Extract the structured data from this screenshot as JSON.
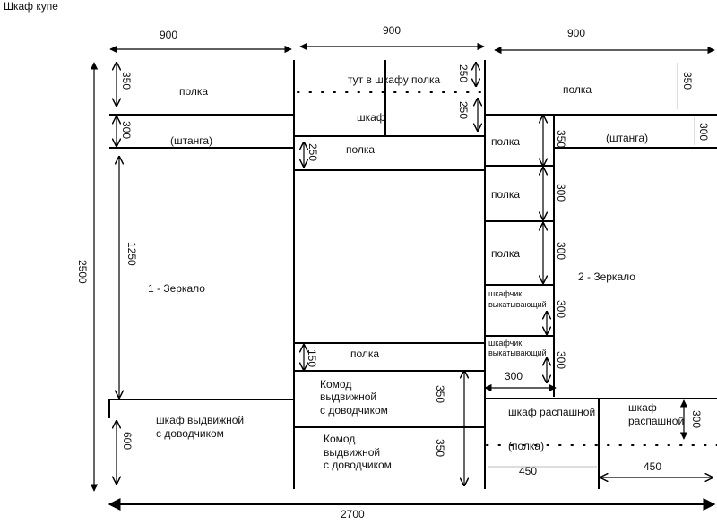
{
  "title": "Шкаф купе",
  "widths": {
    "left": "900",
    "middle": "900",
    "right": "900",
    "total": "2700",
    "height": "2500"
  },
  "left_section": {
    "shelf": "полка",
    "shelf_h": "350",
    "rod": "(штанга)",
    "rod_h": "300",
    "mirror": "1 - Зеркало",
    "mirror_h": "1250",
    "bottom": [
      "шкаф выдвижной",
      "с доводчиком"
    ],
    "bottom_h": "600"
  },
  "middle_section": {
    "top_note": "тут в шкафу полка",
    "top_h1": "250",
    "top_h2": "250",
    "cabinet": "шкаф",
    "shelf1": "полка",
    "shelf1_h": "250",
    "shelf2": "полка",
    "shelf2_h": "150",
    "drawer1": [
      "Комод",
      "выдвижной",
      "с доводчиком"
    ],
    "drawer1_h": "350",
    "drawer2": [
      "Комод",
      "выдвижной",
      "с доводчиком"
    ],
    "drawer2_h": "350"
  },
  "narrow_column": {
    "items": [
      {
        "label": "полка",
        "h": "350"
      },
      {
        "label": "полка",
        "h": "300"
      },
      {
        "label": "полка",
        "h": "300"
      },
      {
        "label": [
          "шкафчик",
          "выкатывающий"
        ],
        "h": "300"
      },
      {
        "label": [
          "шкафчик",
          "выкатывающий"
        ],
        "h": "300"
      }
    ],
    "width": "300"
  },
  "right_section": {
    "shelf": "полка",
    "shelf_h": "350",
    "rod": "(штанга)",
    "rod_h": "300",
    "mirror": "2 - Зеркало",
    "hinged1": "шкаф распашной",
    "hinged1_shelf": "(полка)",
    "hinged1_w": "450",
    "hinged2": [
      "шкаф",
      "распашной"
    ],
    "hinged2_h": "300",
    "hinged2_w": "450"
  }
}
